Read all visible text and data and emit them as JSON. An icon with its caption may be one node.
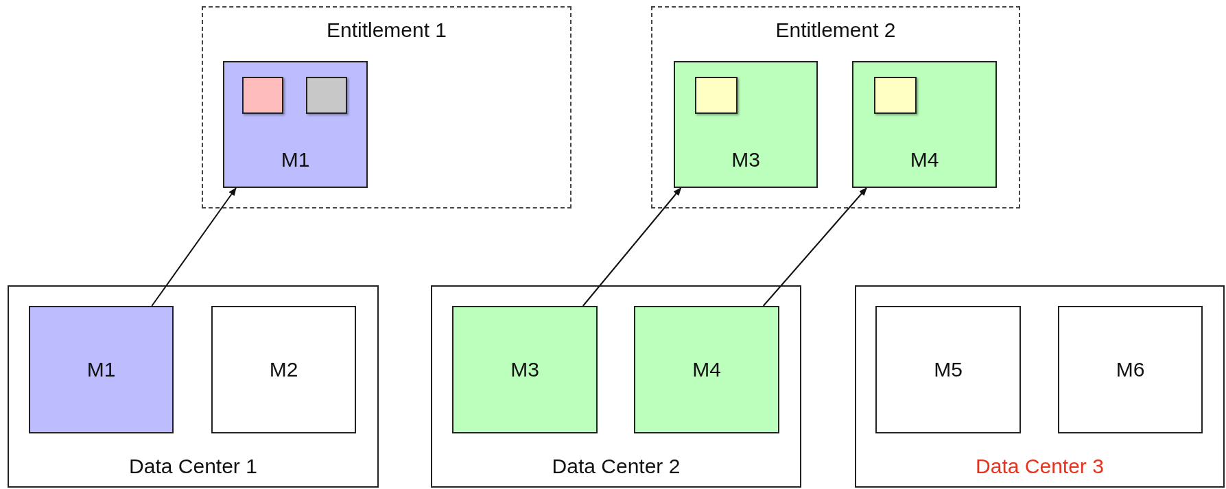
{
  "diagram": {
    "nodes": [
      {
        "text": [
          "Entitlement 1"
        ]
      },
      {
        "text": [
          "M1"
        ],
        "in": 0
      },
      {
        "text": [],
        "shape": "box",
        "in": 1
      },
      {
        "text": [],
        "shape": "box",
        "in": 1
      },
      {
        "text": [
          "Entitlement 2"
        ]
      },
      {
        "text": [
          "M3"
        ],
        "in": 4
      },
      {
        "text": [],
        "shape": "box",
        "in": 5
      },
      {
        "text": [
          "M4"
        ],
        "in": 4
      },
      {
        "text": [],
        "shape": "box",
        "in": 7
      },
      {
        "text": [
          "Data Center 1"
        ]
      },
      {
        "text": [
          "M1"
        ],
        "in": 9
      },
      {
        "text": [
          "M2"
        ],
        "in": 9
      },
      {
        "text": [
          "Data Center 2"
        ]
      },
      {
        "text": [
          "M3"
        ],
        "in": 12
      },
      {
        "text": [
          "M4"
        ],
        "in": 12
      },
      {
        "text": [
          "Data Center 3"
        ]
      },
      {
        "text": [
          "M5"
        ],
        "in": 15
      },
      {
        "text": [
          "M6"
        ],
        "in": 15
      }
    ],
    "edges": [
      {
        "from": 10,
        "to": 1,
        "arrow": "to"
      },
      {
        "from": 13,
        "to": 5,
        "arrow": "to"
      },
      {
        "from": 14,
        "to": 7,
        "arrow": "to"
      }
    ]
  }
}
